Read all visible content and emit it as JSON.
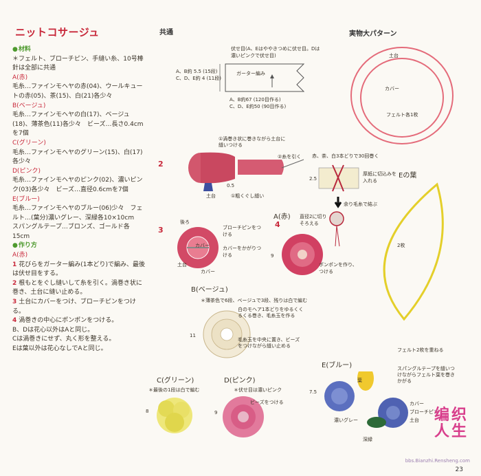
{
  "title": "ニットコサージュ",
  "materials": {
    "heading": "材料",
    "common": "＊フェルト、ブローチピン、手縫い糸、10号棒針は全部に共通",
    "items": [
      {
        "label": "A(赤)",
        "text": "毛糸…ファインモヘヤの赤(04)、ウールキュートの赤(05)、茶(15)、白(21)各少々"
      },
      {
        "label": "B(ベージュ)",
        "text": "毛糸…ファインモヘヤの白(17)、ベージュ(18)、薄茶色(11)各少々　ビーズ…長さ0.4cmを7個"
      },
      {
        "label": "C(グリーン)",
        "text": "毛糸…ファインモヘヤのグリーン(15)、白(17)各少々"
      },
      {
        "label": "D(ピンク)",
        "text": "毛糸…ファインモヘヤのピンク(02)、濃いピンク(03)各少々　ビーズ…直径0.6cmを7個"
      },
      {
        "label": "E(ブルー)",
        "text": "毛糸…ファインモヘヤのブルー(06)少々　フェルト…(葉分)濃いグレー、深緑各10×10cm　スパングルテープ…ブロンズ、ゴールド各15cm"
      }
    ]
  },
  "method": {
    "heading": "作り方",
    "sub": "A(赤)",
    "steps": [
      {
        "num": "1",
        "text": "花びらをガーター編み(1本どり)で編み、最後は伏せ目をする。"
      },
      {
        "num": "2",
        "text": "根もとをぐし縫いして糸を引く。渦巻き状に巻き、土台に縫い止める。"
      },
      {
        "num": "3",
        "text": "土台にカバーをつけ、ブローチピンをつける。"
      },
      {
        "num": "4",
        "text": "渦巻きの中心にポンポンをつける。"
      }
    ],
    "notes": [
      "B、Dは花心以外はAと同じ。",
      "Cは渦巻きにせず、丸く形を整える。",
      "Eは葉以外は花心なしでAと同じ。"
    ]
  },
  "common_heading": "共通",
  "pattern_heading": "実物大パターン",
  "step1": {
    "top_note": "伏せ目(A、Eはややきつめに伏せ目。Dは濃いピンクで伏せ目)",
    "left_note": "A、B約 5.5 (15段)\nC、D、E約 4 (11段)",
    "center": "ガーター編み",
    "bottom_note": "A、B約67 (120目作る)\nC、D、E約50 (90目作る)"
  },
  "step2": {
    "num": "2",
    "note1": "①渦巻き状に巻きながら土台に縫いつける",
    "note2": "②糸を引く",
    "note3": "①粗くぐし縫い",
    "base": "土台",
    "dim": "0.5"
  },
  "step3": {
    "num": "3",
    "back": "後ろ",
    "pin": "ブローチピンをつける",
    "cover_label": "カバー",
    "base_label": "土台",
    "cover_note": "カバーをかがりつける",
    "cover_bottom": "カバー"
  },
  "pompom": {
    "top": "赤、茶、白3本どりで30回巻く",
    "note": "厚紙に切込みを入れる",
    "dim": "2.5",
    "tie": "余り毛糸で結ぶ",
    "trim": "直径2に切りそろえる"
  },
  "step4": {
    "title": "A(赤)",
    "num": "4",
    "size": "9",
    "pompom_note": "ポンポンを作り、つける"
  },
  "patternB": {
    "title": "B(ベージュ)",
    "note": "＊薄茶色で6段、ベージュで3段、残りは白で編む",
    "center_note": "白のモヘア1本どりをゆるくくるくる巻き、毛糸玉を作る",
    "bead_note": "毛糸玉を中央に置き、ビーズをつけながら縫い止める",
    "size": "11"
  },
  "patternC": {
    "title": "C(グリーン)",
    "note": "＊最後の1段は白で編む",
    "size": "8"
  },
  "patternD": {
    "title": "D(ピンク)",
    "note": "＊伏せ目は濃いピンク",
    "bead": "ビーズをつける",
    "size": "9"
  },
  "patternE": {
    "title": "E(ブルー)",
    "felt": "フェルト2枚を重ねる",
    "leaf_label": "葉",
    "tape": "スパングルテープを縫いつけながらフェルト葉を巻きかがる",
    "gray": "濃いグレー",
    "green": "深緑",
    "cover": "カバー",
    "pin": "ブローチピン",
    "base": "土台",
    "size": "7.5"
  },
  "ring": {
    "base": "土台",
    "cover": "カバー",
    "felt": "フェルト各1枚"
  },
  "leaf": {
    "title": "Eの葉",
    "count": "2枚"
  },
  "page_number": "23",
  "watermark": {
    "text1": "编织",
    "text2": "人生",
    "url": "bbs.Bianzhi.Rensheng.com"
  },
  "colors": {
    "accent": "#c8283a",
    "green": "#4e9a2e",
    "leaf": "#e4cf2a",
    "ring": "#e46b7a"
  }
}
